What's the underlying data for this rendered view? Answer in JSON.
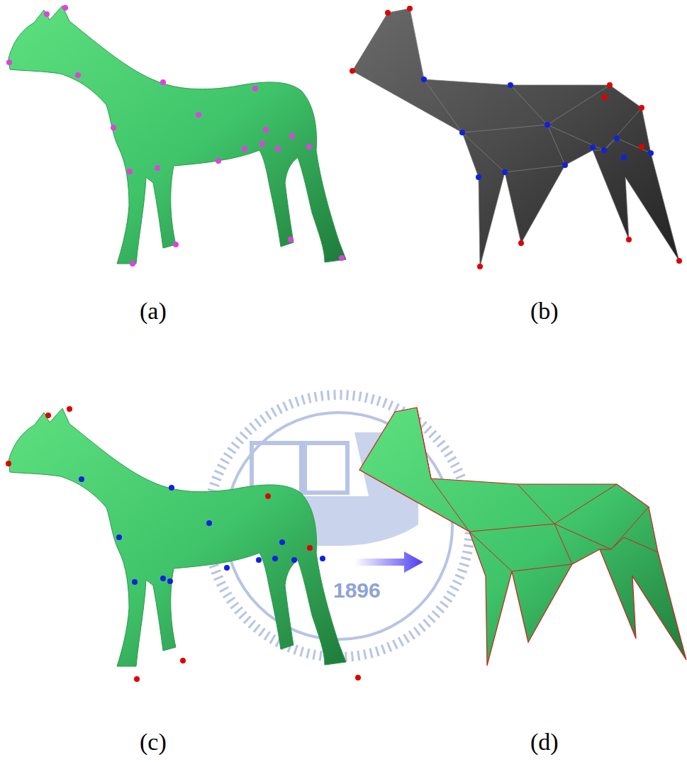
{
  "diagram": {
    "labels": [
      "(a)",
      "(b)",
      "(c)",
      "(d)",
      "1896"
    ]
  }
}
